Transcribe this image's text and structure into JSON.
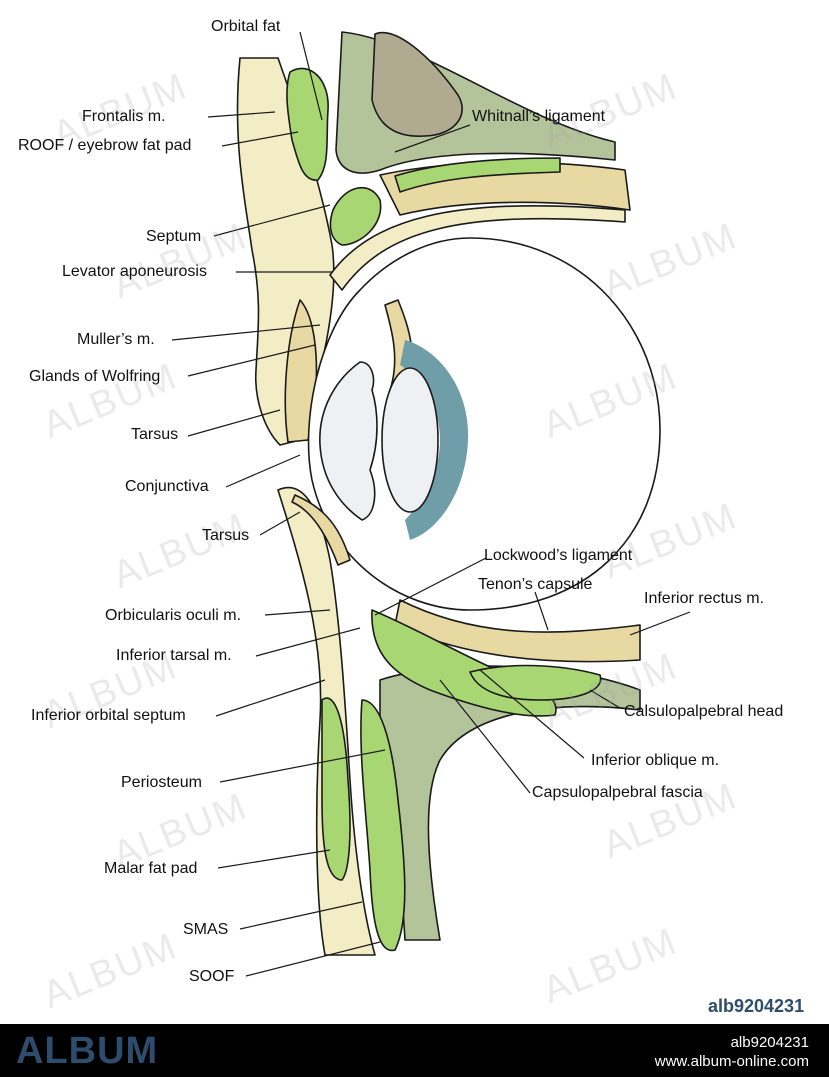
{
  "labels": {
    "orbital_fat": "Orbital fat",
    "frontalis": "Frontalis m.",
    "roof": "ROOF / eyebrow fat pad",
    "whitnall": "Whitnall’s ligament",
    "septum": "Septum",
    "levator": "Levator aponeurosis",
    "muller": "Muller’s m.",
    "wolfring": "Glands of Wolfring",
    "tarsus_upper": "Tarsus",
    "conjunctiva": "Conjunctiva",
    "tarsus_lower": "Tarsus",
    "lockwood": "Lockwood’s ligament",
    "tenon": "Tenon’s capsule",
    "inferior_rectus": "Inferior rectus m.",
    "orbicularis": "Orbicularis oculi m.",
    "inferior_tarsal": "Inferior tarsal m.",
    "calsulopalpebral": "Calsulopalpebral head",
    "inferior_orbital_septum": "Inferior orbital septum",
    "inferior_oblique": "Inferior oblique m.",
    "periosteum": "Periosteum",
    "capsulopalpebral_fascia": "Capsulopalpebral fascia",
    "malar_fat": "Malar fat pad",
    "smas": "SMAS",
    "soof": "SOOF"
  },
  "watermark": "ALBUM",
  "stock_id": "alb9204231",
  "footer": {
    "brand": "ALBUM",
    "id": "alb9204231",
    "url": "www.album-online.com"
  },
  "colors": {
    "skin": "#f2edc4",
    "fat": "#a8d672",
    "bone": "#b3c49a",
    "muscle": "#e8d9a2",
    "sclera": "#eef0f4",
    "iris": "#6f9ea8",
    "brand": "#2e4d6e"
  }
}
